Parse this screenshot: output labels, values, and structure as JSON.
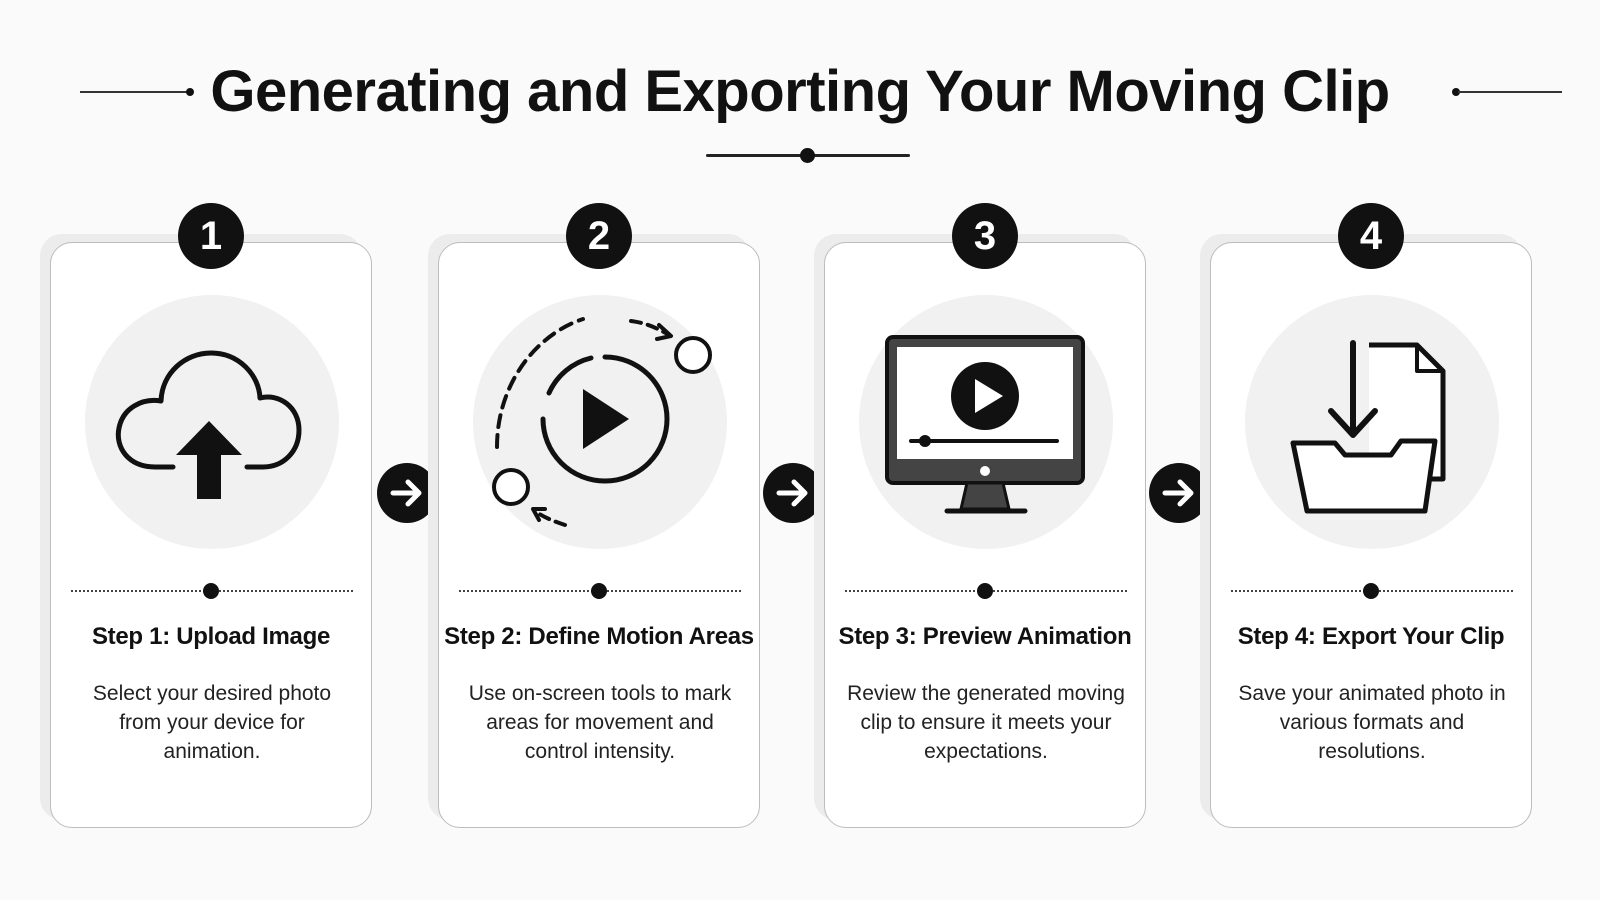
{
  "header": {
    "title": "Generating and Exporting Your Moving Clip"
  },
  "steps": [
    {
      "number": "1",
      "title": "Step 1: Upload Image",
      "description": "Select your desired photo from your device for animation.",
      "icon": "cloud-upload-icon"
    },
    {
      "number": "2",
      "title": "Step 2: Define Motion Areas",
      "description": "Use on-screen tools to mark areas for movement and control intensity.",
      "icon": "motion-play-icon"
    },
    {
      "number": "3",
      "title": "Step 3: Preview Animation",
      "description": "Review the generated moving clip to ensure it meets your expectations.",
      "icon": "monitor-play-icon"
    },
    {
      "number": "4",
      "title": "Step 4: Export Your Clip",
      "description": "Save your animated photo in various formats and resolutions.",
      "icon": "download-folder-icon"
    }
  ],
  "colors": {
    "primary": "#111111",
    "card_bg": "#ffffff",
    "icon_bg": "#f1f1f1",
    "page_bg": "#fafafa"
  }
}
